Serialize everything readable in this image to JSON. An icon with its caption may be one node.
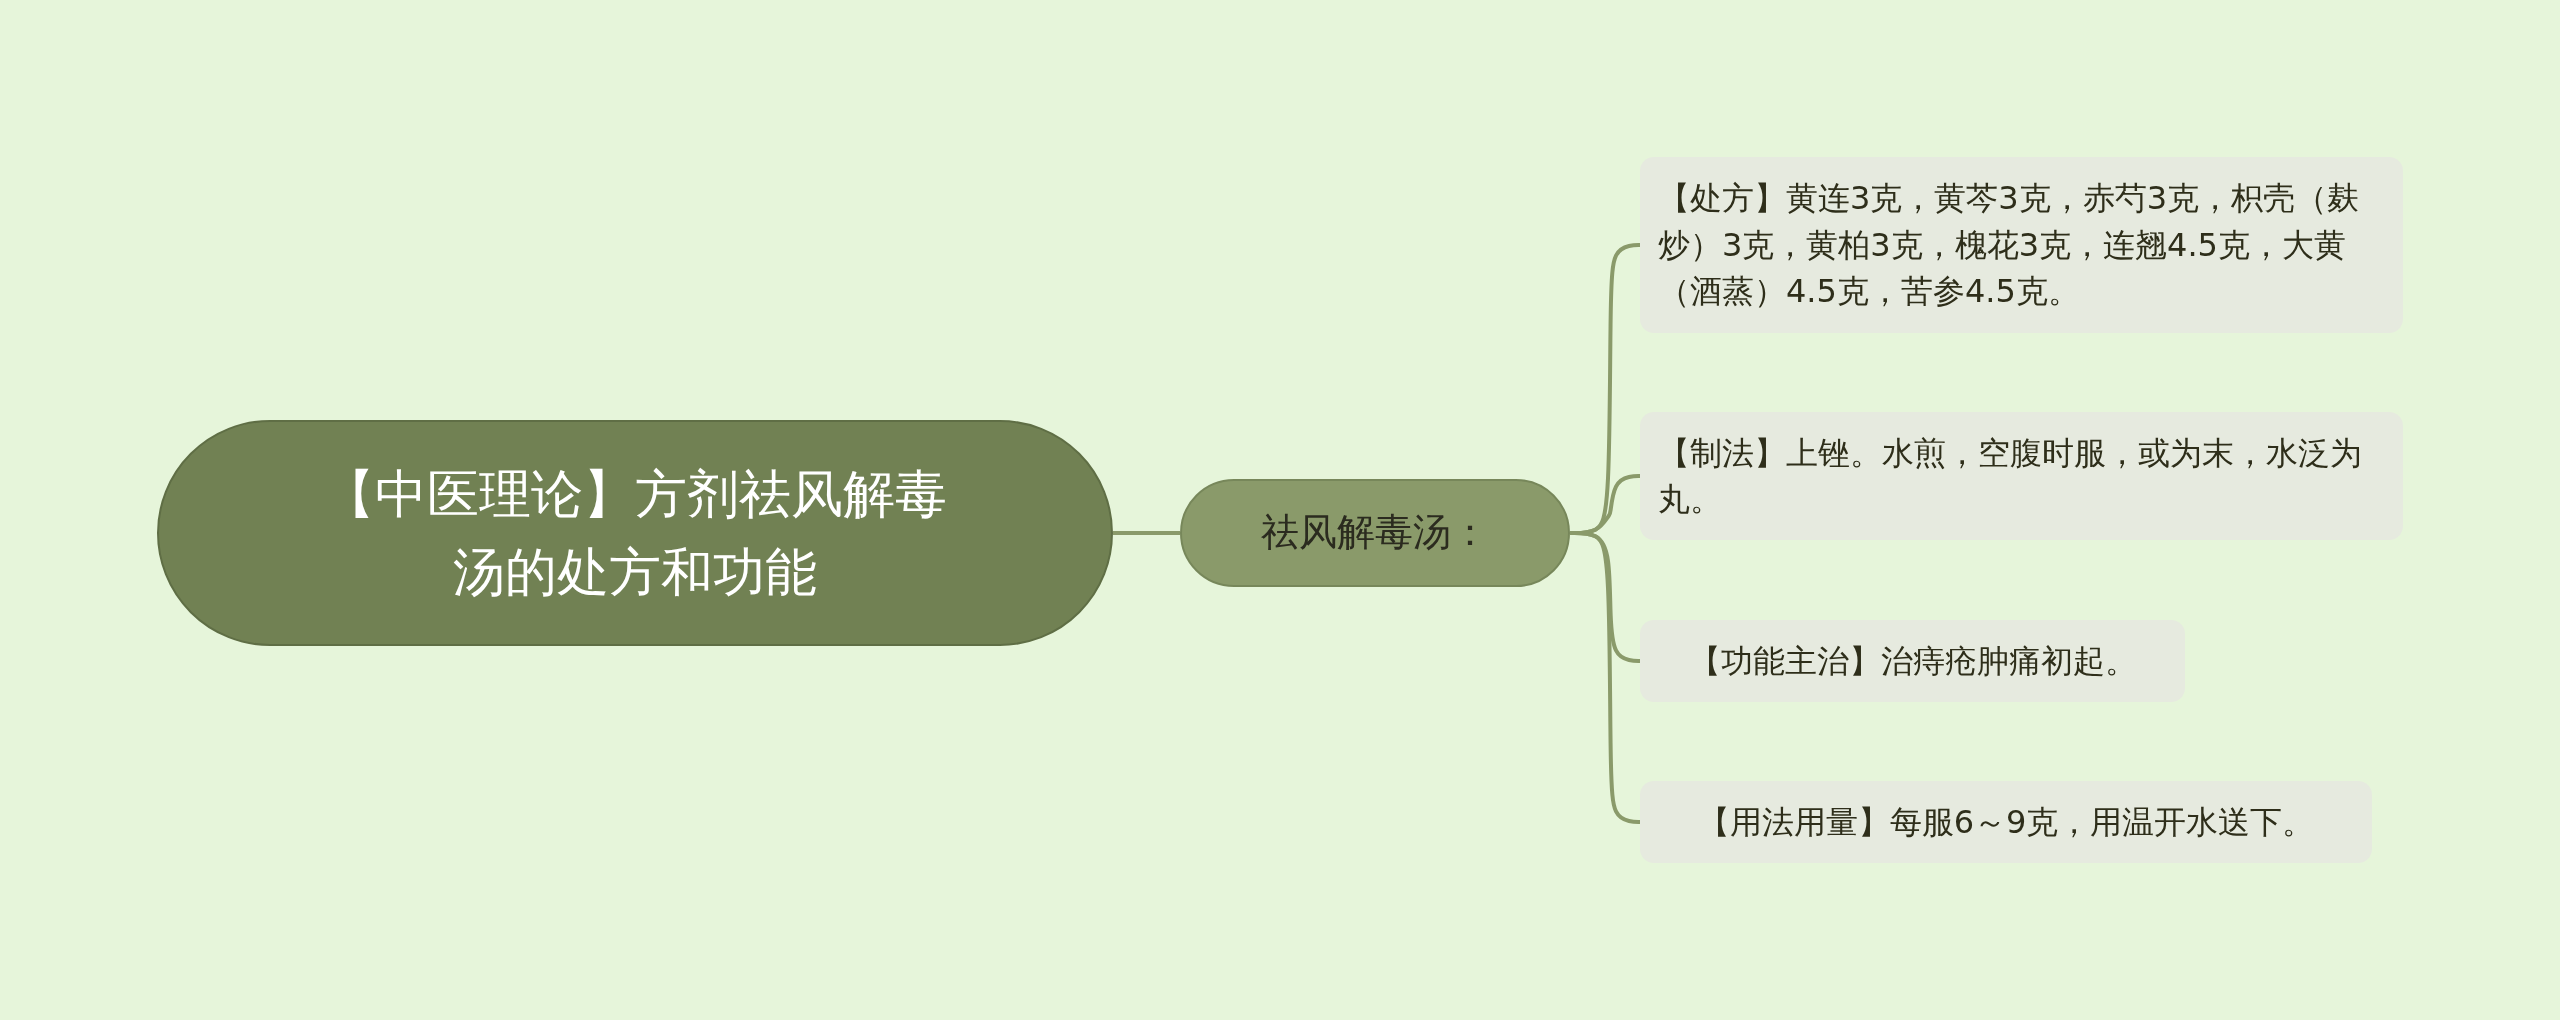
{
  "diagram": {
    "nodes": [
      {
        "text": [
          "【中医理论】方剂祛风解毒汤的处方和功能"
        ]
      },
      {
        "text": [
          "祛风解毒汤："
        ]
      },
      {
        "text": [
          "【处方】黄连3克，黄芩3克，赤芍3克，枳壳（麸炒）3克，黄柏3克，槐花3克，连翘4.5克，大黄（酒蒸）4.5克，苦参4.5克。"
        ]
      },
      {
        "text": [
          "【制法】上锉。水煎，空腹时服，或为末，水泛为丸。"
        ]
      },
      {
        "text": [
          "【功能主治】治痔疮肿痛初起。"
        ]
      },
      {
        "text": [
          "【用法用量】每服6～9克，用温开水送下。"
        ]
      }
    ],
    "edges": [
      {
        "from": 0,
        "to": 1,
        "arrow": "none"
      },
      {
        "from": 1,
        "to": 2,
        "arrow": "none"
      },
      {
        "from": 1,
        "to": 3,
        "arrow": "none"
      },
      {
        "from": 1,
        "to": 4,
        "arrow": "none"
      },
      {
        "from": 1,
        "to": 5,
        "arrow": "none"
      }
    ]
  }
}
